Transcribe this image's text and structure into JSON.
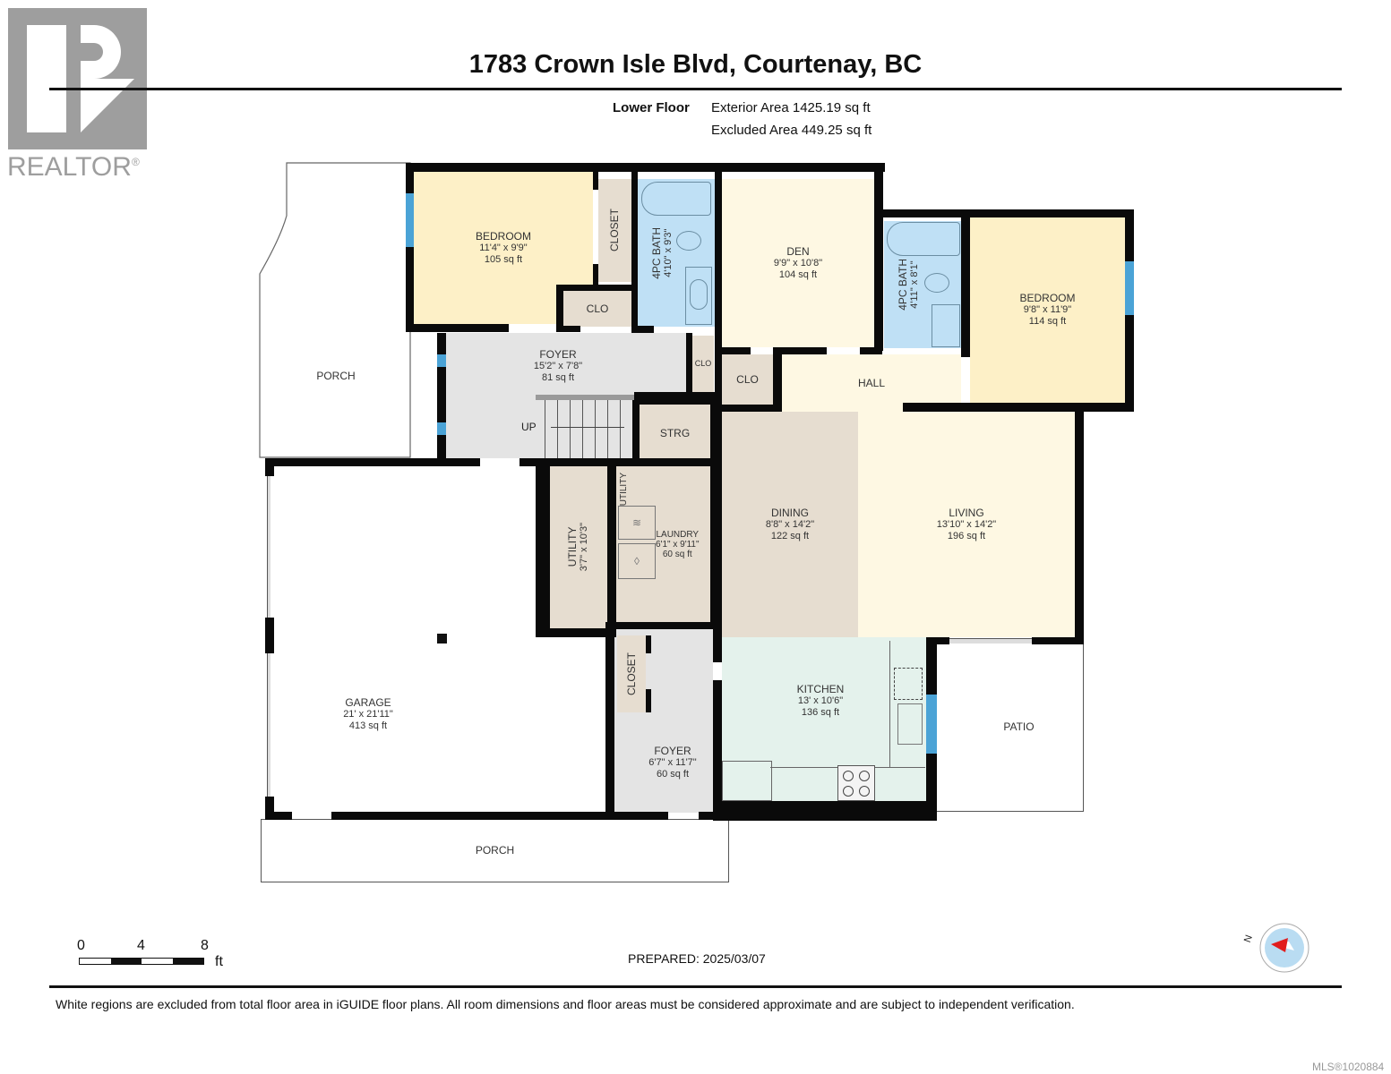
{
  "logo": {
    "brand": "REALTOR",
    "registered_mark": "®",
    "icon": "realtor-r-logo"
  },
  "header": {
    "title": "1783 Crown Isle Blvd, Courtenay, BC"
  },
  "floor_summary": {
    "floor_label": "Lower Floor",
    "exterior_area": "Exterior Area 1425.19 sq ft",
    "excluded_area": "Excluded Area 449.25 sq ft"
  },
  "rooms": {
    "bedroom1": {
      "name": "BEDROOM",
      "dims": "11'4\" x 9'9\"",
      "area": "105 sq ft"
    },
    "closet1": {
      "name": "CLOSET"
    },
    "clo_top": {
      "name": "CLO"
    },
    "bath1": {
      "name": "4PC BATH",
      "dims": "4'10\" x 9'3\""
    },
    "den": {
      "name": "DEN",
      "dims": "9'9\" x 10'8\"",
      "area": "104 sq ft"
    },
    "bath2": {
      "name": "4PC BATH",
      "dims": "4'11\" x 8'1\""
    },
    "bedroom2": {
      "name": "BEDROOM",
      "dims": "9'8\" x 11'9\"",
      "area": "114 sq ft"
    },
    "porch_left": {
      "name": "PORCH"
    },
    "foyer1": {
      "name": "FOYER",
      "dims": "15'2\" x 7'8\"",
      "area": "81 sq ft"
    },
    "clo_foyer": {
      "name": "CLO"
    },
    "stairs": {
      "label": "UP"
    },
    "clo_hall": {
      "name": "CLO"
    },
    "hall": {
      "name": "HALL"
    },
    "strg": {
      "name": "STRG"
    },
    "utility1": {
      "name": "UTILITY",
      "dims": "3'7\" x 10'3\""
    },
    "laundry": {
      "name": "LAUNDRY",
      "dims": "6'1\" x 9'11\"",
      "area": "60 sq ft"
    },
    "utility2": {
      "name": "UTILITY"
    },
    "dining": {
      "name": "DINING",
      "dims": "8'8\" x 14'2\"",
      "area": "122 sq ft"
    },
    "living": {
      "name": "LIVING",
      "dims": "13'10\" x 14'2\"",
      "area": "196 sq ft"
    },
    "garage": {
      "name": "GARAGE",
      "dims": "21' x 21'11\"",
      "area": "413 sq ft"
    },
    "closet2": {
      "name": "CLOSET"
    },
    "foyer2": {
      "name": "FOYER",
      "dims": "6'7\" x 11'7\"",
      "area": "60 sq ft"
    },
    "kitchen": {
      "name": "KITCHEN",
      "dims": "13' x 10'6\"",
      "area": "136 sq ft"
    },
    "patio": {
      "name": "PATIO"
    },
    "porch_bottom": {
      "name": "PORCH"
    }
  },
  "colors": {
    "bedroom": "#fdf0c7",
    "den_living": "#fef8e3",
    "bath": "#bfe0f5",
    "closet_dining": "#e6ddd0",
    "foyer": "#e4e4e4",
    "kitchen": "#e4f2ec",
    "window": "#4ba3d6",
    "wall": "#0a0a0a",
    "compass_north": "#e11d1d"
  },
  "scale_bar": {
    "ticks": [
      "0",
      "4",
      "8"
    ],
    "unit": "ft"
  },
  "compass": {
    "label": "N",
    "icon": "north-compass-icon"
  },
  "footer": {
    "prepared": "PREPARED: 2025/03/07",
    "disclaimer": "White regions are excluded from total floor area in iGUIDE floor plans. All room dimensions and floor areas must be considered approximate and are subject to independent verification.",
    "mls": "MLS®1020884"
  }
}
